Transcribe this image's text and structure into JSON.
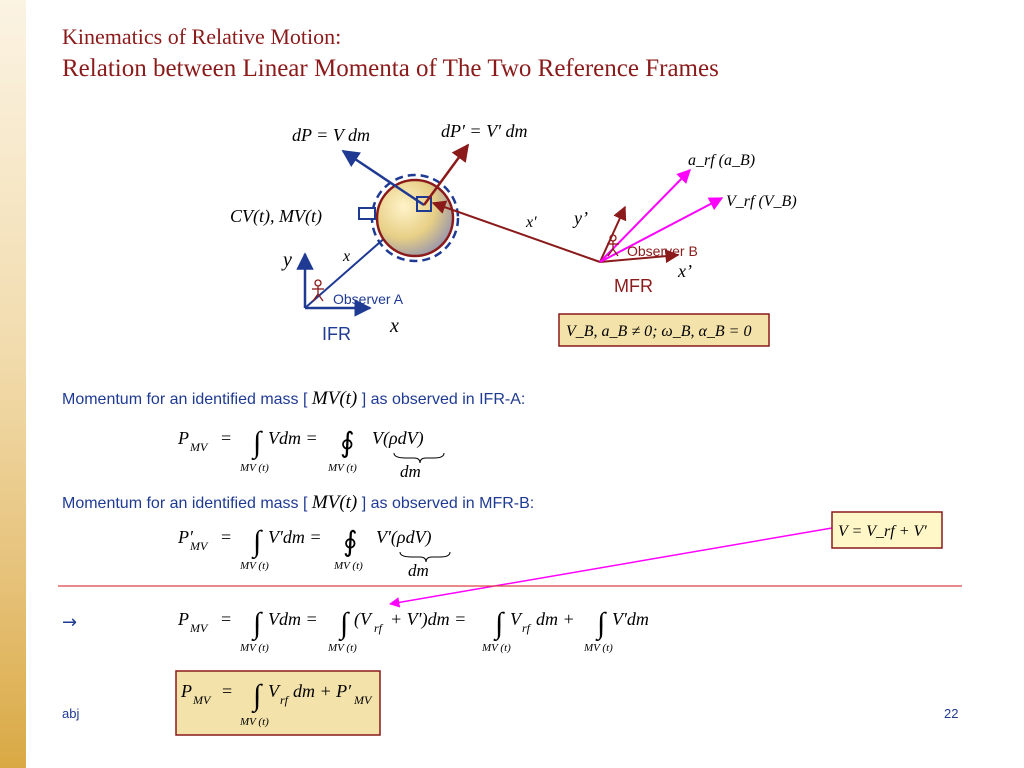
{
  "slide": {
    "title_line1": "Kinematics of Relative Motion:",
    "title_line2": "Relation between Linear Momenta of The Two Reference Frames",
    "footer_left": "abj",
    "page_number": "22",
    "implies_symbol": "→"
  },
  "diagram": {
    "eq_dP": "dP = V dm",
    "eq_dP_prime": "dP′ = V′ dm",
    "cv_label": "CV(t), MV(t)",
    "x_vec_label": "x",
    "x_prime_vec_label": "x′",
    "y_label": "y",
    "x_label": "x",
    "y_prime_label": "y’",
    "x_prime_label": "x’",
    "observer_a": "Observer A",
    "observer_b": "Observer B",
    "ifr_label": "IFR",
    "mfr_label": "MFR",
    "a_rf_label": "a_rf (a_B)",
    "v_rf_label": "V_rf (V_B)",
    "condition_box": "V_B, a_B ≠ 0;  ω_B, α_B = 0",
    "relation_box": "V = V_rf + V′"
  },
  "content": {
    "line1_pre": "Momentum for an identified mass [ ",
    "line1_mid": "MV(t)",
    "line1_post": " ] as observed in IFR-A:",
    "line2_pre": "Momentum for an identified mass [ ",
    "line2_mid": "MV(t)",
    "line2_post": " ] as observed in MFR-B:"
  },
  "equations": {
    "eq1": "P_MV = ∫_MV(t) V dm = ∮_MV(t) V (ρ dV), ρ dV = dm",
    "eq2": "P′_MV = ∫_MV(t) V′ dm = ∮_MV(t) V′ (ρ dV), ρ dV = dm",
    "eq3": "P_MV = ∫_MV(t) V dm = ∫_MV(t) (V_rf + V′) dm = ∫_MV(t) V_rf dm + ∫_MV(t) V′ dm",
    "eq_final": "P_MV = ∫_MV(t) V_rf dm + P′_MV"
  },
  "colors": {
    "title": "#8b1a1a",
    "text_blue": "#1f3a93",
    "magenta": "#ff00ff",
    "dark_red": "#8b1a1a",
    "navy": "#1f3a93",
    "box_fill": "#f3e2a9",
    "box_border": "#8b1a1a",
    "separator": "#d94040"
  },
  "icons": [
    "observer-icon",
    "arrow-icon",
    "sphere-icon"
  ]
}
